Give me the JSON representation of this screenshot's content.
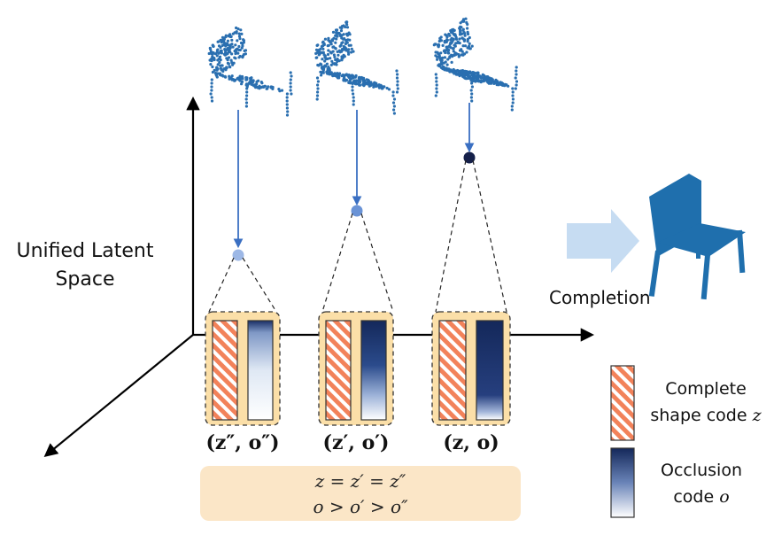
{
  "axis_label": [
    "Unified Latent",
    "Space"
  ],
  "completion_label": "Completion",
  "pairs": [
    {
      "label": "(z″, o″)",
      "occlusion_fill": 0.88
    },
    {
      "label": "(z′, o′)",
      "occlusion_fill": 0.55
    },
    {
      "label": "(z, o)",
      "occlusion_fill": 0.25
    }
  ],
  "equations": [
    "z = z′ = z″",
    "o > o′ > o″"
  ],
  "legend": {
    "complete": {
      "line1": "Complete",
      "line2": "shape code",
      "symbol": "z"
    },
    "occlusion": {
      "line1": "Occlusion",
      "line2": "code",
      "symbol": "o"
    }
  },
  "colors": {
    "point_cloud": "#2a6fb0",
    "hatch_orange": "#f2825a",
    "code_box": "#fbdfa8",
    "occlusion_dark": "#14285a",
    "arrow_light": "#c6dcf2"
  }
}
